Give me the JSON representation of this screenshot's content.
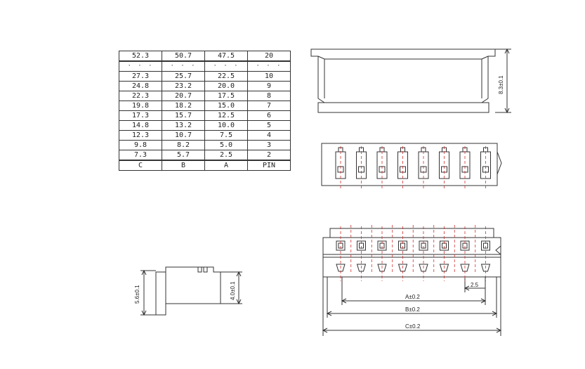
{
  "table": {
    "rows": [
      [
        "52.3",
        "50.7",
        "47.5",
        "20"
      ],
      [
        "· · ·",
        "· · ·",
        "· · ·",
        "· · ·"
      ],
      [
        "27.3",
        "25.7",
        "22.5",
        "10"
      ],
      [
        "24.8",
        "23.2",
        "20.0",
        "9"
      ],
      [
        "22.3",
        "20.7",
        "17.5",
        "8"
      ],
      [
        "19.8",
        "18.2",
        "15.0",
        "7"
      ],
      [
        "17.3",
        "15.7",
        "12.5",
        "6"
      ],
      [
        "14.8",
        "13.2",
        "10.0",
        "5"
      ],
      [
        "12.3",
        "10.7",
        "7.5",
        "4"
      ],
      [
        "9.8",
        "8.2",
        "5.0",
        "3"
      ],
      [
        "7.3",
        "5.7",
        "2.5",
        "2"
      ]
    ],
    "footer": [
      "C",
      "B",
      "A",
      "PIN"
    ]
  },
  "labels": {
    "height_top": "8.3±0.1",
    "side_left": "5.6±0.1",
    "side_right": "4.0±0.1",
    "pitch": "2.5",
    "dim_a": "A±0.2",
    "dim_b": "B±0.2",
    "dim_c": "C±0.2"
  },
  "colors": {
    "line": "#333333",
    "centerline": "#d03030"
  }
}
